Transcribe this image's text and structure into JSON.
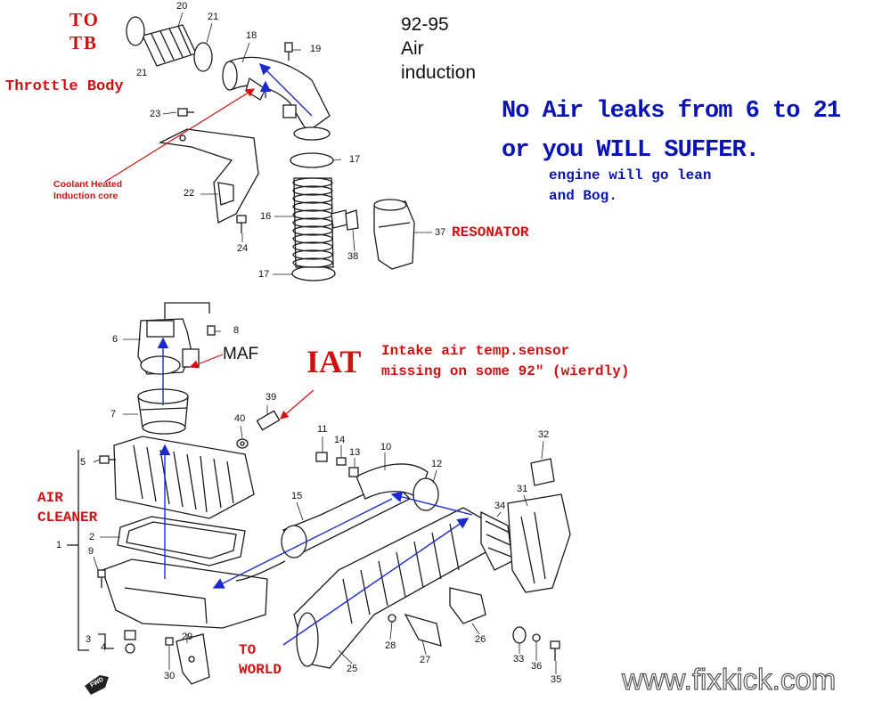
{
  "title": {
    "years": "92-95",
    "line1": "Air",
    "line2": "induction"
  },
  "annotations": {
    "to_tb_1": "TO",
    "to_tb_2": "TB",
    "throttle_body": "Throttle Body",
    "coolant_1": "Coolant Heated",
    "coolant_2": "Induction core",
    "warning_1": "No Air leaks from 6 to 21",
    "warning_2": "or you WILL SUFFER.",
    "lean_1": "engine will go lean",
    "lean_2": "and Bog.",
    "resonator": "RESONATOR",
    "maf": "MAF",
    "iat": "IAT",
    "iat_desc_1": "Intake air temp.sensor",
    "iat_desc_2": "missing on some 92\" (wierdly)",
    "air_cleaner_1": "AIR",
    "air_cleaner_2": "CLEANER",
    "to_world_1": "TO",
    "to_world_2": "WORLD",
    "fwd": "FWD",
    "watermark": "www.fixkick.com"
  },
  "part_numbers": [
    "20",
    "21",
    "21",
    "18",
    "19",
    "23",
    "22",
    "24",
    "16",
    "17",
    "17",
    "37",
    "38",
    "6",
    "8",
    "7",
    "40",
    "39",
    "11",
    "14",
    "13",
    "10",
    "12",
    "32",
    "31",
    "34",
    "15",
    "5",
    "2",
    "9",
    "1",
    "3",
    "4",
    "30",
    "29",
    "28",
    "27",
    "26",
    "25",
    "33",
    "36",
    "35"
  ],
  "colors": {
    "red_text": "#d01010",
    "blue_text": "#0a14b4",
    "blue_flow": "#1a2ad0",
    "line_art": "#1a1a1a"
  }
}
